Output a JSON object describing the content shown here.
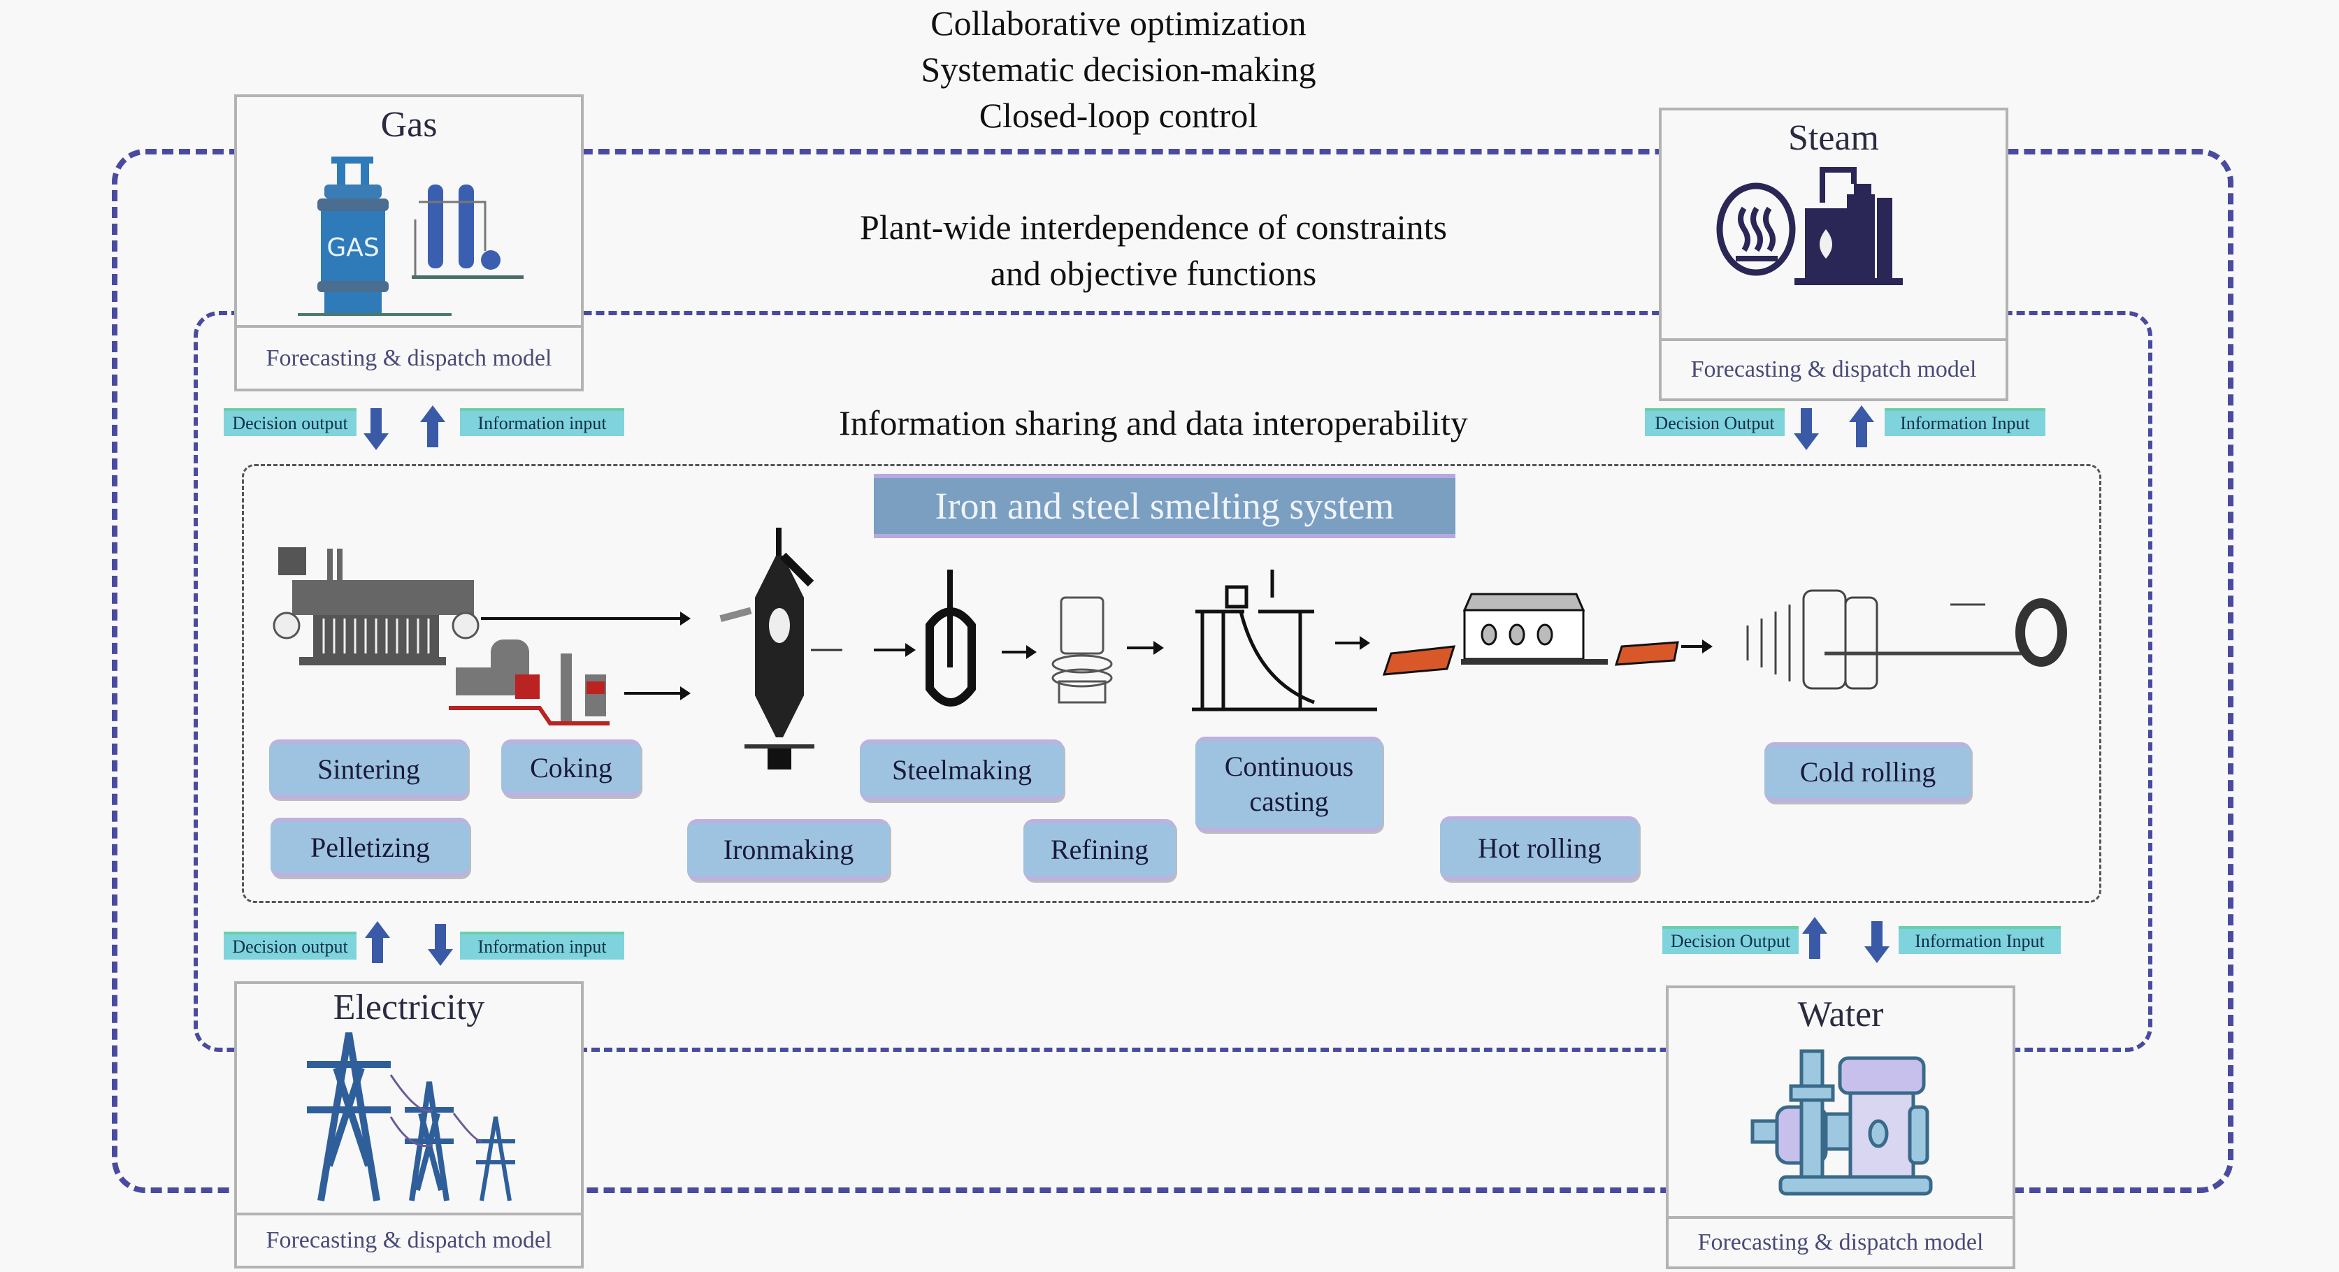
{
  "header": {
    "lines": [
      "Collaborative optimization",
      "Systematic decision-making",
      "Closed-loop control"
    ]
  },
  "middle_label": {
    "lines": [
      "Plant-wide interdependence of constraints",
      "and objective functions"
    ]
  },
  "sharing_label": "Information sharing and data interoperability",
  "system_title": "Iron and steel smelting system",
  "energy_systems": {
    "gas": {
      "title": "Gas",
      "icon": "gas-cylinder-icon",
      "icon_text": "GAS",
      "model": "Forecasting & dispatch model",
      "decision": "Decision output",
      "info": "Information input"
    },
    "steam": {
      "title": "Steam",
      "icon": "steam-boiler-icon",
      "model": "Forecasting & dispatch model",
      "decision": "Decision Output",
      "info": "Information Input"
    },
    "electricity": {
      "title": "Electricity",
      "icon": "transmission-tower-icon",
      "model": "Forecasting & dispatch model",
      "decision": "Decision output",
      "info": "Information input"
    },
    "water": {
      "title": "Water",
      "icon": "water-pump-icon",
      "model": "Forecasting & dispatch model",
      "decision": "Decision Output",
      "info": "Information Input"
    }
  },
  "processes": {
    "sintering": "Sintering",
    "coking": "Coking",
    "pelletizing": "Pelletizing",
    "ironmaking": "Ironmaking",
    "steelmaking": "Steelmaking",
    "refining": "Refining",
    "continuous_casting": "Continuous casting",
    "hot_rolling": "Hot rolling",
    "cold_rolling": "Cold rolling"
  },
  "colors": {
    "dash": "#4a4aa0",
    "tag_bg": "#7fd3dc",
    "process_bg": "#9ec3e0",
    "system_title_bg": "#7a9fc0",
    "arrow": "#3a5aa8",
    "slab": "#d9582a"
  }
}
